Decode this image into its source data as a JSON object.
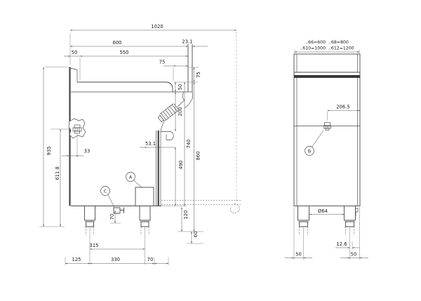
{
  "colors": {
    "background": "#ffffff",
    "line": "#474747",
    "dim_line": "#5f5f5f",
    "text": "#1c1c1c",
    "worktop_band": "#3a3a3a"
  },
  "labels": {
    "a": "A",
    "b": "B",
    "c": "C"
  },
  "side_view": {
    "h": {
      "d1020": "1020",
      "d600": "600",
      "d23_1": "23.1",
      "d50": "50",
      "d550": "550",
      "d75_top": "75",
      "d33": "33",
      "d53_1": "53.1",
      "d315": "315",
      "d125": "125",
      "d330": "330",
      "d70": "70"
    },
    "v": {
      "d935": "935",
      "d611_8": "611.8",
      "d75": "75",
      "d50": "50",
      "d200": "200",
      "d490": "490",
      "d740": "740",
      "d860": "860",
      "d120": "120",
      "d60": "60",
      "d70": "70"
    }
  },
  "front_view": {
    "models_1": "..66=600  ..68=800",
    "models_2": "..610=1000  ..612=1200",
    "d206_5": "206.5",
    "leg_dia": "Ø64",
    "d50_left": "50",
    "d12_6": "12.6",
    "d50_right": "50"
  }
}
